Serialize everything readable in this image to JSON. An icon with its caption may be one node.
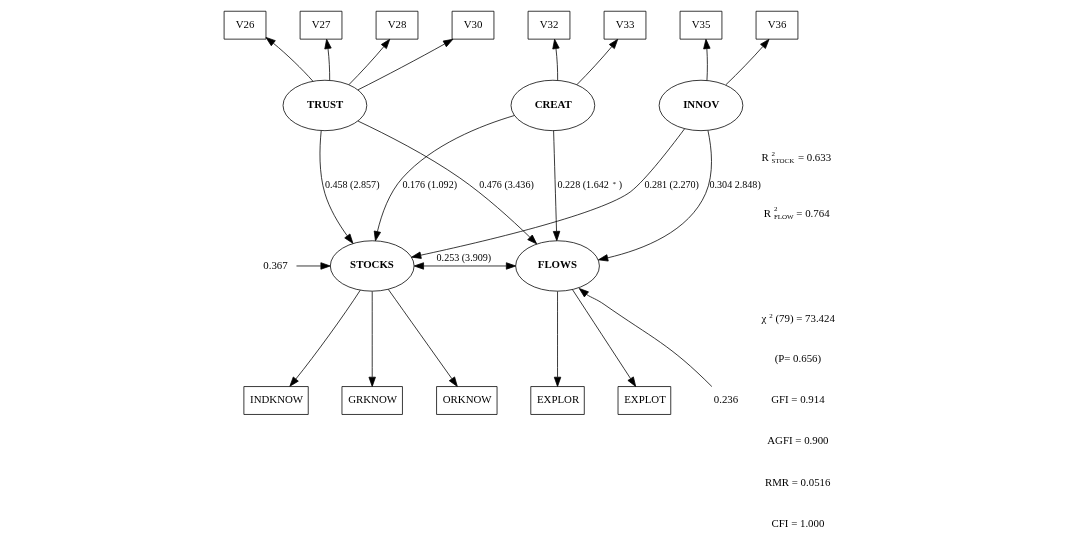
{
  "diagram": {
    "nodes": [
      {
        "text": [
          "V26"
        ]
      },
      {
        "text": [
          "V27"
        ]
      },
      {
        "text": [
          "V28"
        ]
      },
      {
        "text": [
          "V30"
        ]
      },
      {
        "text": [
          "V32"
        ]
      },
      {
        "text": [
          "V33"
        ]
      },
      {
        "text": [
          "V35"
        ]
      },
      {
        "text": [
          "V36"
        ]
      },
      {
        "text": [
          "TRUST"
        ]
      },
      {
        "text": [
          "CREAT"
        ]
      },
      {
        "text": [
          "INNOV"
        ]
      },
      {
        "text": [
          "STOCKS"
        ]
      },
      {
        "text": [
          "FLOWS"
        ]
      },
      {
        "text": [
          "INDKNOW"
        ]
      },
      {
        "text": [
          "GRKNOW"
        ]
      },
      {
        "text": [
          "ORKNOW"
        ]
      },
      {
        "text": [
          "EXPLOR"
        ]
      },
      {
        "text": [
          "EXPLOT"
        ]
      },
      {
        "text": [
          "0.367"
        ]
      },
      {
        "text": [
          "0.236"
        ]
      }
    ],
    "edges": [
      {
        "from": 8,
        "to": 0,
        "arrow": "to"
      },
      {
        "from": 8,
        "to": 1,
        "arrow": "to"
      },
      {
        "from": 8,
        "to": 2,
        "arrow": "to"
      },
      {
        "from": 8,
        "to": 3,
        "arrow": "to"
      },
      {
        "from": 9,
        "to": 4,
        "arrow": "to"
      },
      {
        "from": 9,
        "to": 5,
        "arrow": "to"
      },
      {
        "from": 10,
        "to": 6,
        "arrow": "to"
      },
      {
        "from": 10,
        "to": 7,
        "arrow": "to"
      },
      {
        "from": 8,
        "to": 11,
        "arrow": "to",
        "label": "0.458 (2.857)"
      },
      {
        "from": 8,
        "to": 12,
        "arrow": "to",
        "label": "0.476 (3.436)"
      },
      {
        "from": 9,
        "to": 11,
        "arrow": "to",
        "label": "0.176 (1.092)"
      },
      {
        "from": 9,
        "to": 12,
        "arrow": "to",
        "label": "0.228 (1.642$^{*}$)"
      },
      {
        "from": 10,
        "to": 11,
        "arrow": "to",
        "label": "0.281 (2.270)"
      },
      {
        "from": 10,
        "to": 12,
        "arrow": "to",
        "label": "0.304 2.848)"
      },
      {
        "from": 11,
        "to": 12,
        "arrow": "both",
        "label": "0.253 (3.909)"
      },
      {
        "from": 18,
        "to": 11,
        "arrow": "to"
      },
      {
        "from": 19,
        "to": 12,
        "arrow": "to"
      },
      {
        "from": 11,
        "to": 13,
        "arrow": "to"
      },
      {
        "from": 11,
        "to": 14,
        "arrow": "to"
      },
      {
        "from": 11,
        "to": 15,
        "arrow": "to"
      },
      {
        "from": 12,
        "to": 16,
        "arrow": "to"
      },
      {
        "from": 12,
        "to": 17,
        "arrow": "to"
      }
    ],
    "labels": [
      "R$^{2}$$_{STOCK}$ = 0.633",
      "R$^{2}$$_{FLOW}$ = 0.764",
      "χ$^{2}$(79) = 73.424",
      "(P= 0.656)",
      "GFI = 0.914",
      "AGFI = 0.900",
      "RMR = 0.0516",
      "CFI = 1.000"
    ]
  }
}
